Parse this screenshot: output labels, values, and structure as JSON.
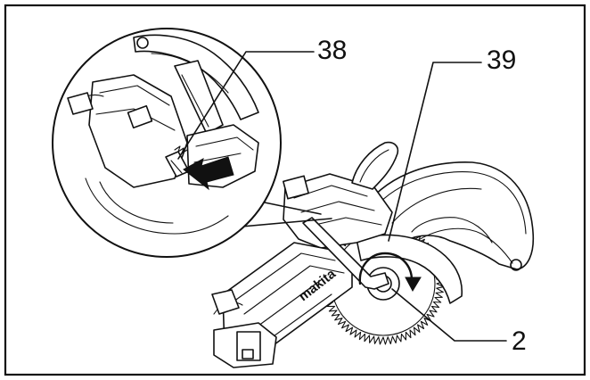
{
  "figure": {
    "callouts": {
      "lock_lever": "38",
      "blade_guard": "39",
      "socket_wrench": "2"
    },
    "brand_mark": "makita"
  }
}
